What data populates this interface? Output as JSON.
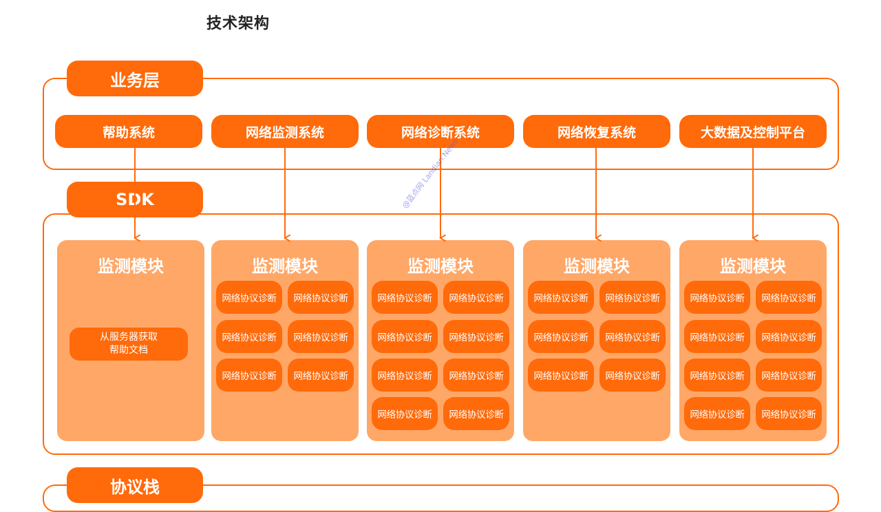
{
  "title": "技术架构",
  "layers": {
    "business": {
      "label": "业务层",
      "systems": [
        "帮助系统",
        "网络监测系统",
        "网络诊断系统",
        "网络恢复系统",
        "大数据及控制平台"
      ]
    },
    "sdk": {
      "label": "SDK",
      "modules": [
        {
          "title": "监测模块",
          "help_text": "从服务器获取\n帮助文档"
        },
        {
          "title": "监测模块",
          "chips": [
            "网络协议诊断",
            "网络协议诊断",
            "网络协议诊断",
            "网络协议诊断",
            "网络协议诊断",
            "网络协议诊断"
          ]
        },
        {
          "title": "监测模块",
          "chips": [
            "网络协议诊断",
            "网络协议诊断",
            "网络协议诊断",
            "网络协议诊断",
            "网络协议诊断",
            "网络协议诊断",
            "网络协议诊断",
            "网络协议诊断"
          ]
        },
        {
          "title": "监测模块",
          "chips": [
            "网络协议诊断",
            "网络协议诊断",
            "网络协议诊断",
            "网络协议诊断",
            "网络协议诊断",
            "网络协议诊断"
          ]
        },
        {
          "title": "监测模块",
          "chips": [
            "网络协议诊断",
            "网络协议诊断",
            "网络协议诊断",
            "网络协议诊断",
            "网络协议诊断",
            "网络协议诊断",
            "网络协议诊断",
            "网络协议诊断"
          ]
        }
      ]
    },
    "protocol": {
      "label": "协议栈"
    }
  },
  "watermark": "@蓝点网 Landian.News",
  "colors": {
    "accent": "#ff6a0a",
    "card": "#ffa767",
    "title_text": "#222222"
  }
}
